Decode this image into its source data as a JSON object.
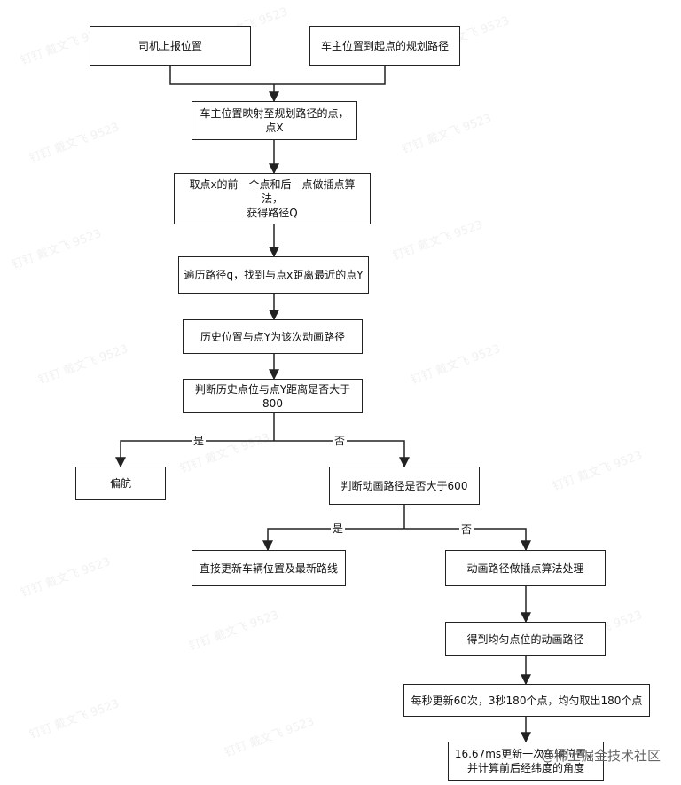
{
  "nodes": {
    "driver_report": "司机上报位置",
    "route_plan": "车主位置到起点的规划路径",
    "map_point": "车主位置映射至规划路径的点，\n点X",
    "interpolate_q": "取点x的前一个点和后一点做插点算\n法，\n获得路径Q",
    "traverse": "遍历路径q，找到与点x距离最近的点Y",
    "anim_path": "历史位置与点Y为该次动画路径",
    "judge_800": "判断历史点位与点Y距离是否大于\n800",
    "deviate": "偏航",
    "judge_600": "判断动画路径是否大于600",
    "direct_update": "直接更新车辆位置及最新路线",
    "interp_process": "动画路径做插点算法处理",
    "uniform_path": "得到均匀点位的动画路径",
    "per_second": "每秒更新60次，3秒180个点，均匀取出180个点",
    "per_frame": "16.67ms更新一次车辆位置，\n并计算前后经纬度的角度"
  },
  "edge_labels": {
    "yes_800": "是",
    "no_800": "否",
    "yes_600": "是",
    "no_600": "否"
  },
  "footer_text": "@稀土掘金技术社区",
  "watermark_text": "钉钉 戴文飞 9523",
  "colors": {
    "line": "#222222",
    "box_border": "#222222",
    "watermark": "rgba(0,0,0,0.06)"
  }
}
